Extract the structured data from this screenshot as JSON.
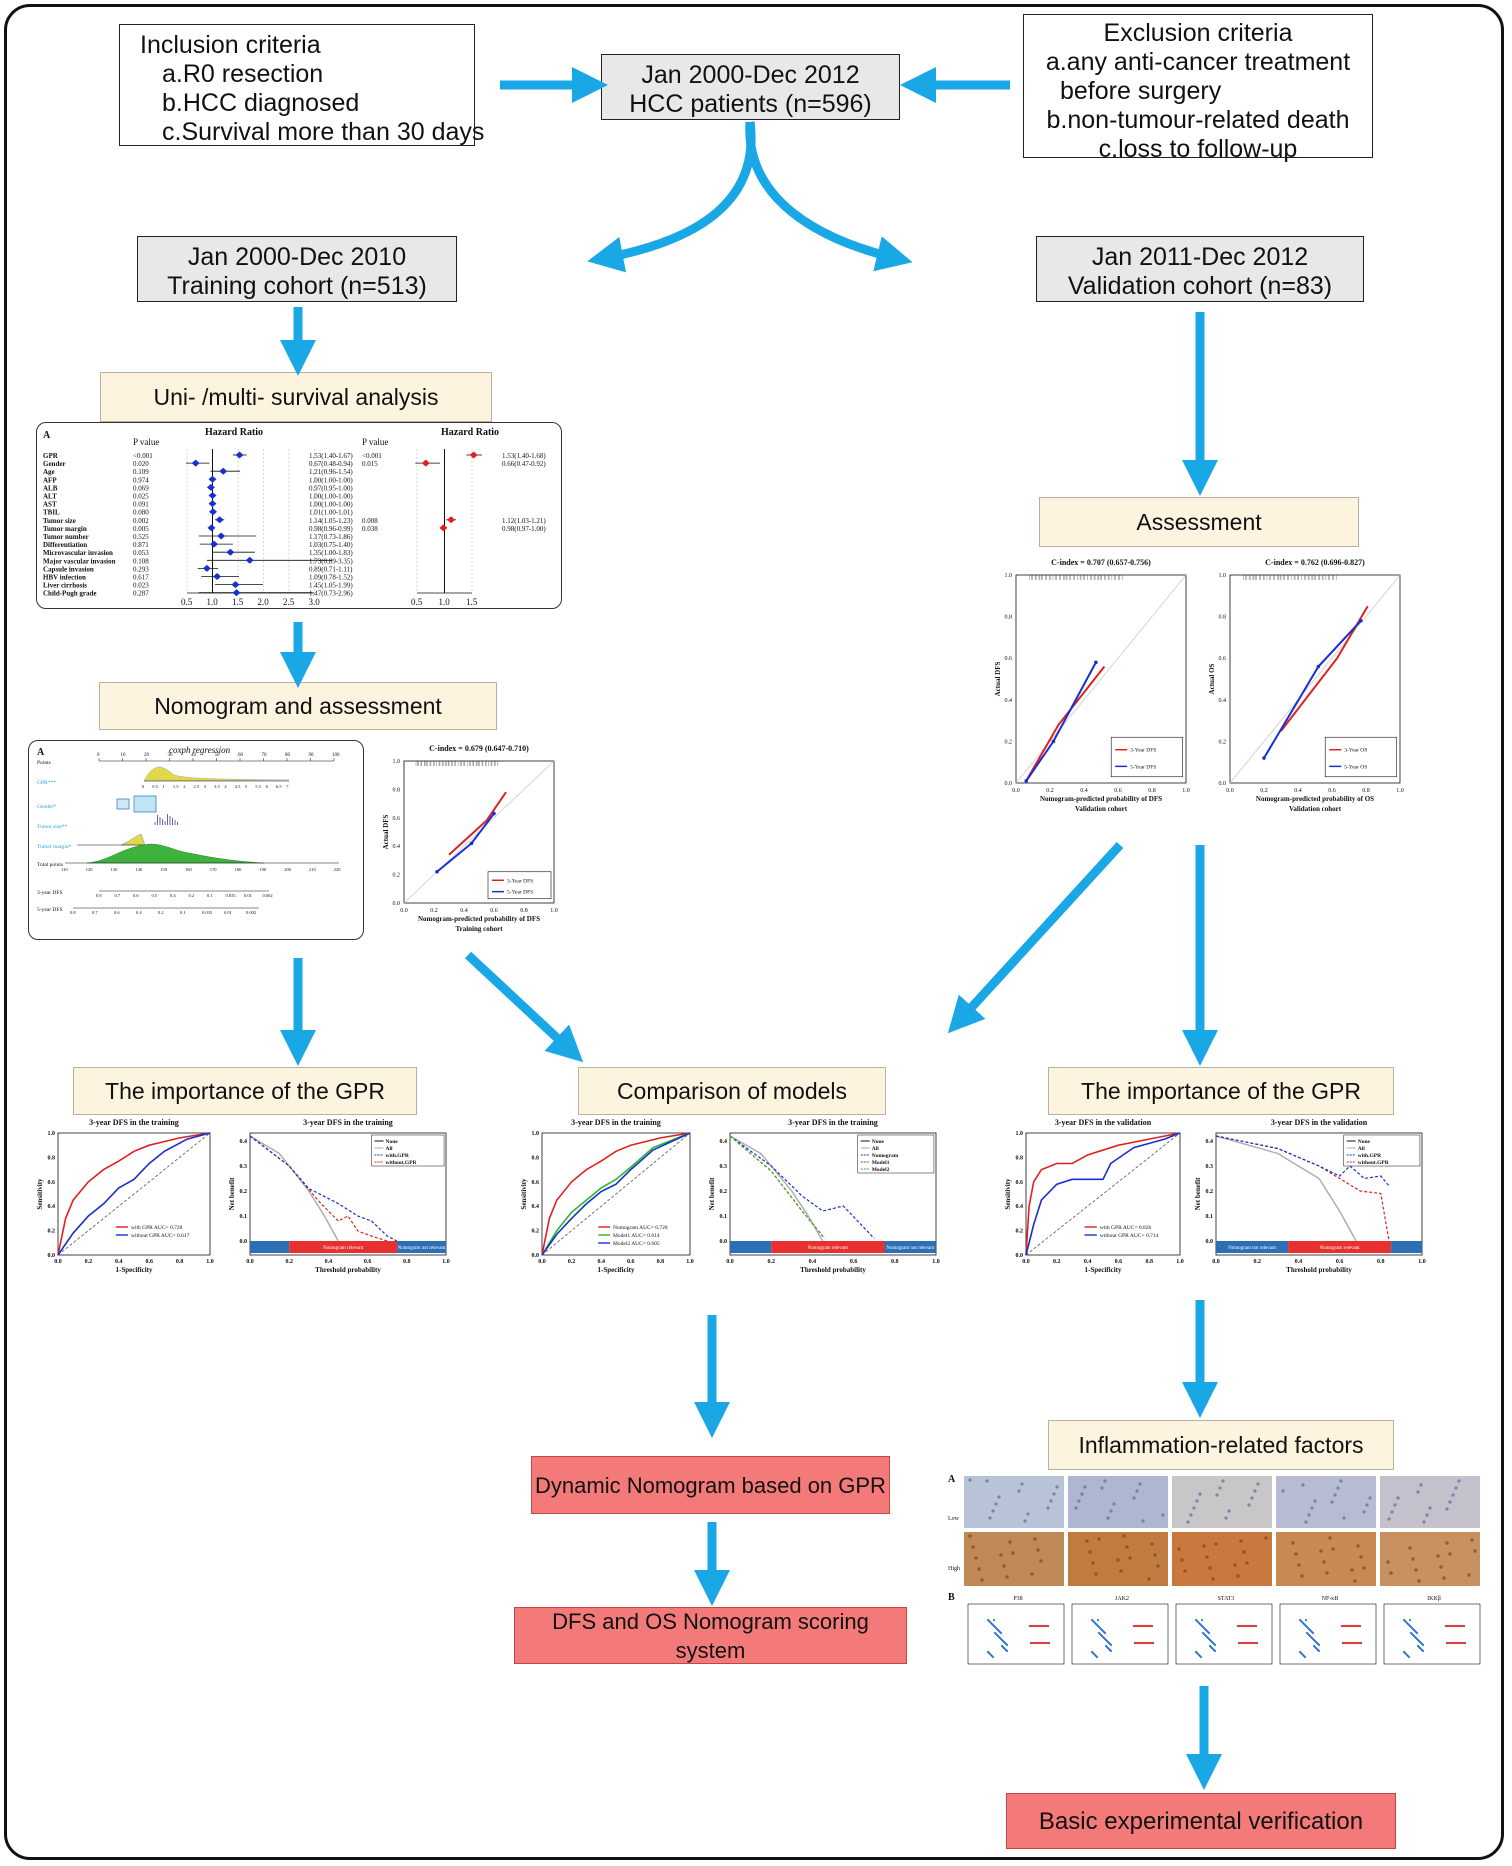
{
  "inclusion": {
    "title": "Inclusion criteria",
    "items": [
      "a.R0 resection",
      "b.HCC diagnosed",
      "c.Survival more than 30 days"
    ]
  },
  "patients": {
    "line1": "Jan 2000-Dec 2012",
    "line2": "HCC patients (n=596)"
  },
  "exclusion": {
    "title": "Exclusion criteria",
    "items": [
      "a.any anti-cancer treatment",
      "before surgery",
      "b.non-tumour-related death",
      "c.loss to follow-up"
    ]
  },
  "training": {
    "line1": "Jan 2000-Dec 2010",
    "line2": "Training cohort (n=513)"
  },
  "validation": {
    "line1": "Jan 2011-Dec 2012",
    "line2": "Validation cohort (n=83)"
  },
  "steps": {
    "survival": "Uni- /multi- survival analysis",
    "assessment": "Assessment",
    "nomogram": "Nomogram and assessment",
    "gpr_training": "The importance of the GPR",
    "comparison": "Comparison of models",
    "gpr_validation": "The importance of the GPR",
    "inflammation": "Inflammation-related factors",
    "dynamic": "Dynamic Nomogram based on GPR",
    "scoring": "DFS and OS Nomogram scoring system",
    "basic": "Basic experimental verification"
  },
  "forest": {
    "panel": "A",
    "left_title": "Hazard Ratio",
    "right_title": "Hazard Ratio",
    "pcol": "P value",
    "variables": [
      "GPR",
      "Gender",
      "Age",
      "AFP",
      "ALB",
      "ALT",
      "AST",
      "TBIL",
      "Tumor size",
      "Tumor margin",
      "Tumor number",
      "Differentiation",
      "Microvascular invasion",
      "Major vascular invasion",
      "Capsule invasion",
      "HBV infection",
      "Liver cirrhosis",
      "Child-Pugh grade"
    ],
    "uni_p": [
      "<0.001",
      "0.020",
      "0.109",
      "0.974",
      "0.069",
      "0.025",
      "0.091",
      "0.080",
      "0.002",
      "0.005",
      "0.525",
      "0.871",
      "0.053",
      "0.108",
      "0.293",
      "0.617",
      "0.023",
      "0.287"
    ],
    "uni_hr": [
      "1.53(1.40-1.67)",
      "0.67(0.48-0.94)",
      "1.21(0.96-1.54)",
      "1.00(1.00-1.00)",
      "0.97(0.95-1.00)",
      "1.00(1.00-1.00)",
      "1.00(1.00-1.00)",
      "1.01(1.00-1.01)",
      "1.14(1.05-1.23)",
      "0.98(0.96-0.99)",
      "1.17(0.73-1.86)",
      "1.03(0.75-1.40)",
      "1.35(1.00-1.83)",
      "1.73(0.89-3.35)",
      "0.89(0.71-1.11)",
      "1.09(0.78-1.52)",
      "1.45(1.05-1.99)",
      "1.47(0.73-2.96)"
    ],
    "uni_est": [
      1.53,
      0.67,
      1.21,
      1.0,
      0.97,
      1.0,
      1.0,
      1.01,
      1.14,
      0.98,
      1.17,
      1.03,
      1.35,
      1.73,
      0.89,
      1.09,
      1.45,
      1.47
    ],
    "uni_lo": [
      1.4,
      0.48,
      0.96,
      1.0,
      0.95,
      1.0,
      1.0,
      1.0,
      1.05,
      0.96,
      0.73,
      0.75,
      1.0,
      0.89,
      0.71,
      0.78,
      1.05,
      0.73
    ],
    "uni_hi": [
      1.67,
      0.94,
      1.54,
      1.0,
      1.0,
      1.0,
      1.0,
      1.01,
      1.23,
      0.99,
      1.86,
      1.4,
      1.83,
      3.35,
      1.11,
      1.52,
      1.99,
      2.96
    ],
    "uni_ticks": [
      "0.5",
      "1.0",
      "1.5",
      "2.0",
      "2.5",
      "3.0"
    ],
    "multi_p": [
      "<0.001",
      "0.015",
      "",
      "",
      "",
      "",
      "",
      "",
      "0.008",
      "0.038",
      "",
      "",
      "",
      "",
      "",
      "",
      "",
      ""
    ],
    "multi_hr": [
      "1.53(1.40-1.68)",
      "0.66(0.47-0.92)",
      "",
      "",
      "",
      "",
      "",
      "",
      "1.12(1.03-1.21)",
      "0.98(0.97-1.00)",
      "",
      "",
      "",
      "",
      "",
      "",
      "",
      ""
    ],
    "multi_idx": [
      0,
      1,
      8,
      9
    ],
    "multi_est": [
      1.53,
      0.66,
      1.12,
      0.98
    ],
    "multi_lo": [
      1.4,
      0.47,
      1.03,
      0.97
    ],
    "multi_hi": [
      1.68,
      0.92,
      1.21,
      1.0
    ],
    "multi_ticks": [
      "0.5",
      "1.0",
      "1.5"
    ]
  },
  "nomo": {
    "panel": "A",
    "title": "coxph regression",
    "rows": [
      "Points",
      "GPR***",
      "Gender*",
      "Tumor size**",
      "Tumor margin*",
      "Total points",
      "3-year DFS",
      "5-year DFS"
    ],
    "points_ticks": [
      "0",
      "10",
      "20",
      "30",
      "40",
      "50",
      "60",
      "70",
      "80",
      "90",
      "100"
    ],
    "gpr_ticks": [
      "0",
      "0.5",
      "1",
      "1.5",
      "2",
      "2.5",
      "3",
      "3.5",
      "4",
      "4.5",
      "5",
      "5.5",
      "6",
      "6.5",
      "7"
    ],
    "total_ticks": [
      "110",
      "120",
      "130",
      "140",
      "150",
      "160",
      "170",
      "180",
      "190",
      "200",
      "210",
      "220"
    ],
    "dfs3_ticks": [
      "0.8",
      "0.7",
      "0.6",
      "0.5",
      "0.4",
      "0.2",
      "0.1",
      "0.035",
      "0.01",
      "0.002"
    ],
    "dfs5_ticks": [
      "0.8",
      "0.7",
      "0.6",
      "0.4",
      "0.2",
      "0.1",
      "0.035",
      "0.01",
      "0.002"
    ]
  },
  "calib_train": {
    "title": "C-index = 0.679 (0.647-0.710)",
    "xlabel": "Nomogram-predicted probability of DFS",
    "ylabel": "Actual DFS",
    "subtitle": "Training cohort",
    "legend": [
      "3-Year DFS",
      "5-Year DFS"
    ]
  },
  "calib_val_dfs": {
    "title": "C-index = 0.707 (0.657-0.756)",
    "xlabel": "Nomogram-predicted probability of DFS",
    "ylabel": "Actual DFS",
    "subtitle": "Validation cohort",
    "legend": [
      "3-Year DFS",
      "5-Year DFS"
    ]
  },
  "calib_val_os": {
    "title": "C-index = 0.762 (0.696-0.827)",
    "xlabel": "Nomogram-predicted probability of OS",
    "ylabel": "Actual OS",
    "subtitle": "Validation cohort",
    "legend": [
      "3-Year OS",
      "5-Year OS"
    ]
  },
  "roc_train": {
    "title": "3-year DFS in the training",
    "xlabel": "1-Specificity",
    "ylabel": "Sensitivity",
    "legend": [
      "with GPR AUC= 0.728",
      "without GPR AUC= 0.617"
    ]
  },
  "dca_train": {
    "title": "3-year DFS in the training",
    "xlabel": "Threshold probability",
    "ylabel": "Net benefit",
    "legend": [
      "None",
      "All",
      "with.GPR",
      "without.GPR"
    ],
    "bar": [
      "Nomogram relevant",
      "Nomogram not relevant"
    ]
  },
  "roc_comp": {
    "title": "3-year DFS in the training",
    "xlabel": "1-Specificity",
    "ylabel": "Sensitivity",
    "legend": [
      "Nomogram AUC= 0.728",
      "Model1 AUC= 0.614",
      "Model2 AUC= 0.605"
    ]
  },
  "dca_comp": {
    "title": "3-year DFS in the training",
    "xlabel": "Threshold probability",
    "ylabel": "Net benefit",
    "legend": [
      "None",
      "All",
      "Nomogram",
      "Model1",
      "Model2"
    ],
    "bar": [
      "Nomogram relevant",
      "Nomogram not relevant"
    ]
  },
  "roc_val": {
    "title": "3-year DFS in the validation",
    "xlabel": "1-Specificity",
    "ylabel": "Sensitivity",
    "legend": [
      "with GPR AUC= 0.826",
      "without GPR AUC= 0.714"
    ]
  },
  "dca_val": {
    "title": "3-year DFS in the validation",
    "xlabel": "Threshold probability",
    "ylabel": "Net benefit",
    "legend": [
      "None",
      "All",
      "with.GPR",
      "without.GPR"
    ],
    "bar": [
      "Nomogram not relevant",
      "Nomogram relevant"
    ]
  },
  "ihc": {
    "panelA": "A",
    "panelB": "B",
    "rows": [
      "Low",
      "High"
    ],
    "markers": [
      "P38",
      "JAK2",
      "STAT3",
      "NF-κB",
      "IKKβ"
    ]
  },
  "colors": {
    "arrow": "#1aa7e6",
    "red": "#e02020",
    "blue": "#1a2fd0",
    "green": "#2ab82a"
  }
}
